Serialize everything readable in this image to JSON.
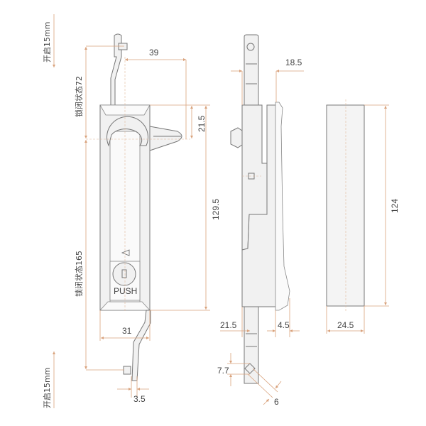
{
  "title": "Latch dimension drawing",
  "front_view": {
    "open_top": "开启15mm",
    "open_bottom": "开启15mm",
    "locked_72": "锁闭状态72",
    "locked_165": "锁闭状态165",
    "dim_39": "39",
    "dim_21_5": "21.5",
    "dim_129_5": "129.5",
    "dim_31": "31",
    "dim_3_5": "3.5",
    "push_label": "PUSH"
  },
  "side_view": {
    "dim_18_5": "18.5",
    "dim_21_5": "21.5",
    "dim_4_5": "4.5",
    "dim_7_7": "7.7",
    "dim_6": "6"
  },
  "cutout_view": {
    "dim_124": "124",
    "dim_24_5": "24.5"
  },
  "colors": {
    "dimension": "#d9a27c",
    "outline": "#777777"
  }
}
